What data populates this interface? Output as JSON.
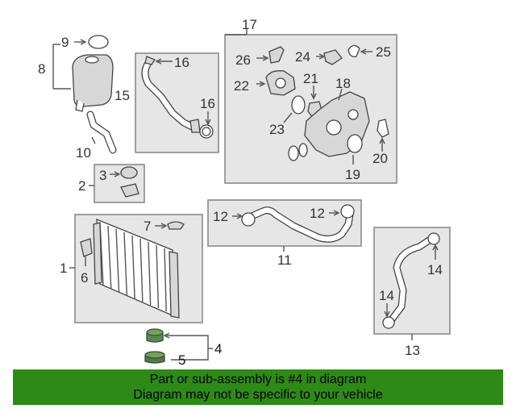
{
  "callouts": {
    "c1": "1",
    "c2": "2",
    "c3": "3",
    "c4": "4",
    "c5": "5",
    "c6": "6",
    "c7": "7",
    "c8": "8",
    "c9": "9",
    "c10": "10",
    "c11": "11",
    "c12a": "12",
    "c12b": "12",
    "c13": "13",
    "c14a": "14",
    "c14b": "14",
    "c15": "15",
    "c16a": "16",
    "c16b": "16",
    "c17": "17",
    "c18": "18",
    "c19": "19",
    "c20": "20",
    "c21": "21",
    "c22": "22",
    "c23": "23",
    "c24": "24",
    "c25": "25",
    "c26": "26"
  },
  "banner": {
    "line1": "Part or sub-assembly is #4 in diagram",
    "line2": "Diagram may not be specific to your vehicle",
    "color": "#2e8a16"
  }
}
